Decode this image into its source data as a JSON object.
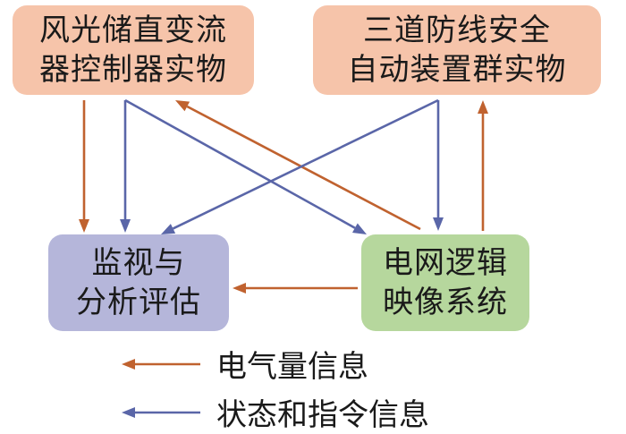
{
  "nodes": {
    "converter": {
      "lines": [
        "风光储直变流",
        "器控制器实物"
      ],
      "color": "#f6c4aa"
    },
    "defense": {
      "lines": [
        "三道防线安全",
        "自动装置群实物"
      ],
      "color": "#f6c4aa"
    },
    "monitor": {
      "lines": [
        "监视与",
        "分析评估"
      ],
      "color": "#b5b6da"
    },
    "mapping": {
      "lines": [
        "电网逻辑",
        "映像系统"
      ],
      "color": "#b6d79d"
    }
  },
  "edges": [
    {
      "from": "converter",
      "to": "monitor",
      "kind": "electrical"
    },
    {
      "from": "converter",
      "to": "monitor",
      "kind": "status"
    },
    {
      "from": "converter",
      "to": "mapping",
      "kind": "status"
    },
    {
      "from": "mapping",
      "to": "converter",
      "kind": "electrical"
    },
    {
      "from": "defense",
      "to": "monitor",
      "kind": "status"
    },
    {
      "from": "defense",
      "to": "mapping",
      "kind": "status"
    },
    {
      "from": "mapping",
      "to": "defense",
      "kind": "electrical"
    },
    {
      "from": "mapping",
      "to": "monitor",
      "kind": "electrical"
    }
  ],
  "legend": {
    "electrical": {
      "label": "电气量信息",
      "color": "#c0622f"
    },
    "status": {
      "label": "状态和指令信息",
      "color": "#5a66a8"
    }
  }
}
